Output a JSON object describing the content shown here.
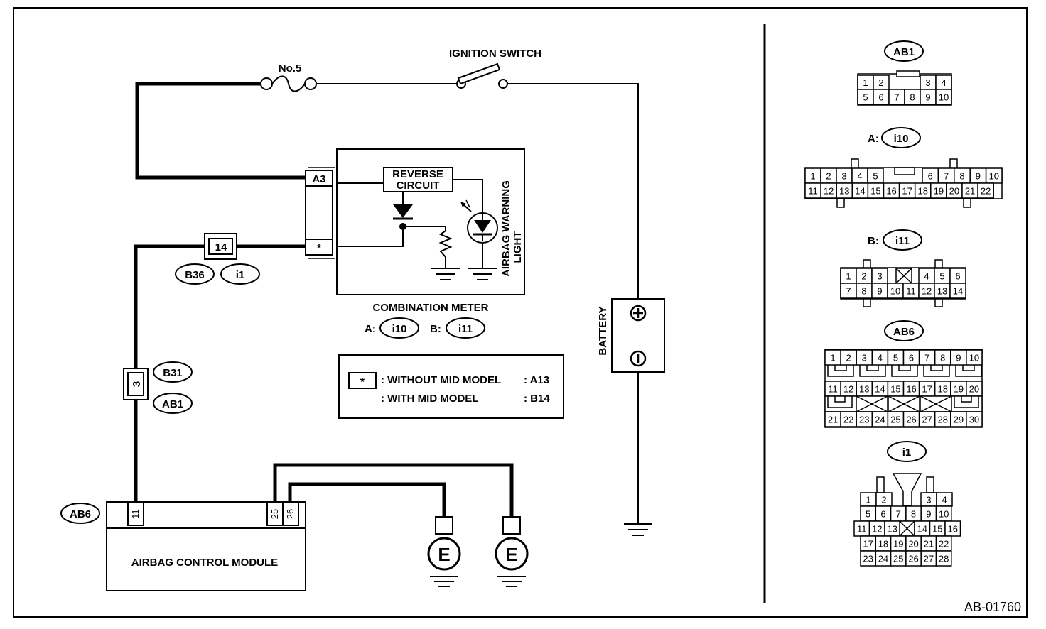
{
  "diagram": {
    "code": "AB-01760",
    "fuse_label": "No.5",
    "ignition_label": "IGNITION SWITCH",
    "battery_label": "BATTERY",
    "battery_plus": "+",
    "battery_minus": "−",
    "meter_title": "COMBINATION METER",
    "meter_refs": {
      "a_prefix": "A:",
      "a_id": "i10",
      "b_prefix": "B:",
      "b_id": "i11"
    },
    "reverse_circuit": [
      "REVERSE",
      "CIRCUIT"
    ],
    "warning_light": [
      "AIRBAG WARNING",
      "LIGHT"
    ],
    "meter_pins": {
      "top": "A3",
      "star": "*"
    },
    "joint_14": {
      "pin": "14",
      "refs": [
        "B36",
        "i1"
      ]
    },
    "joint_3": {
      "pin": "3",
      "refs": [
        "B31",
        "AB1"
      ]
    },
    "module": {
      "title": "AIRBAG CONTROL MODULE",
      "ref": "AB6",
      "pins": [
        "11",
        "25",
        "26"
      ]
    },
    "ground_label": "E",
    "legend": {
      "star": "*",
      "rows": [
        {
          "text": ": WITHOUT MID MODEL",
          "value": ": A13"
        },
        {
          "text": ": WITH MID MODEL",
          "value": ": B14"
        }
      ]
    }
  },
  "connectors": {
    "ab1": {
      "title": "AB1",
      "row1_left": [
        "1",
        "2"
      ],
      "row1_right": [
        "3",
        "4"
      ],
      "row2": [
        "5",
        "6",
        "7",
        "8",
        "9",
        "10"
      ]
    },
    "i10": {
      "prefix": "A:",
      "title": "i10",
      "row1_left": [
        "1",
        "2",
        "3",
        "4",
        "5"
      ],
      "row1_right": [
        "6",
        "7",
        "8",
        "9",
        "10"
      ],
      "row2": [
        "11",
        "12",
        "13",
        "14",
        "15",
        "16",
        "17",
        "18",
        "19",
        "20",
        "21",
        "22"
      ]
    },
    "i11": {
      "prefix": "B:",
      "title": "i11",
      "row1_left": [
        "1",
        "2",
        "3"
      ],
      "row1_right": [
        "4",
        "5",
        "6"
      ],
      "row2": [
        "7",
        "8",
        "9",
        "10",
        "11",
        "12",
        "13",
        "14"
      ]
    },
    "ab6": {
      "title": "AB6",
      "row1": [
        "1",
        "2",
        "3",
        "4",
        "5",
        "6",
        "7",
        "8",
        "9",
        "10"
      ],
      "row2": [
        "11",
        "12",
        "13",
        "14",
        "15",
        "16",
        "17",
        "18",
        "19",
        "20"
      ],
      "row3": [
        "21",
        "22",
        "23",
        "24",
        "25",
        "26",
        "27",
        "28",
        "29",
        "30"
      ]
    },
    "i1": {
      "title": "i1",
      "row1_left": [
        "1",
        "2"
      ],
      "row1_right": [
        "3",
        "4"
      ],
      "row2": [
        "5",
        "6",
        "7",
        "8",
        "9",
        "10"
      ],
      "row3_left": [
        "11",
        "12",
        "13"
      ],
      "row3_right": [
        "14",
        "15",
        "16"
      ],
      "row4": [
        "17",
        "18",
        "19",
        "20",
        "21",
        "22"
      ],
      "row5": [
        "23",
        "24",
        "25",
        "26",
        "27",
        "28"
      ]
    }
  }
}
